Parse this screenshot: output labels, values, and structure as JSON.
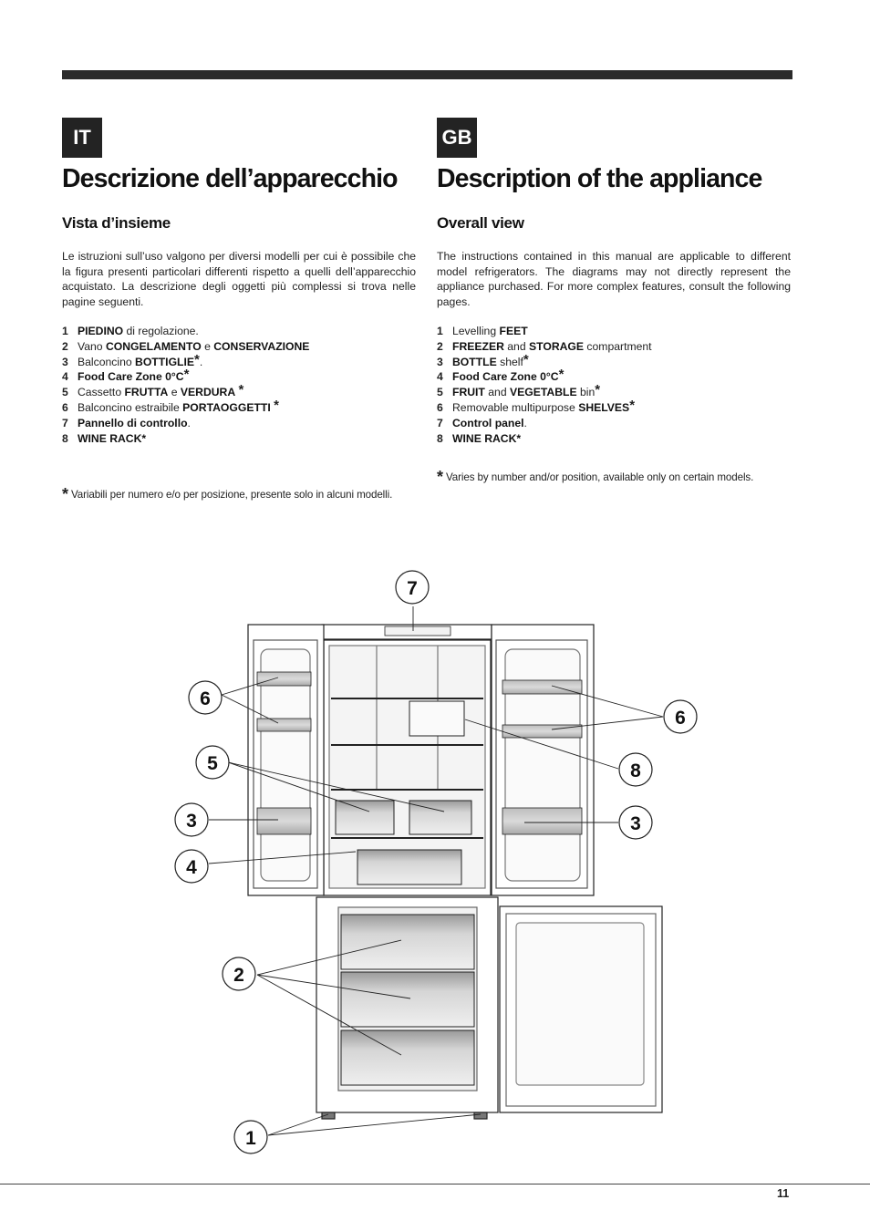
{
  "page": {
    "number": "11"
  },
  "it": {
    "lang": "IT",
    "title": "Descrizione dell’apparecchio",
    "subtitle": "Vista d’insieme",
    "intro": "Le istruzioni sull’uso valgono per diversi modelli per cui è possibile che la figura presenti particolari differenti rispetto a quelli dell’apparecchio acquistato. La descrizione degli oggetti più complessi si trova nelle pagine seguenti.",
    "items": [
      {
        "num": "1",
        "pre": "",
        "bold1": "PIEDINO",
        "mid": " di regolazione.",
        "bold2": "",
        "post": "",
        "star": ""
      },
      {
        "num": "2",
        "pre": "Vano ",
        "bold1": "CONGELAMENTO",
        "mid": " e ",
        "bold2": "CONSERVAZIONE",
        "post": "",
        "star": ""
      },
      {
        "num": "3",
        "pre": "Balconcino ",
        "bold1": "BOTTIGLIE",
        "mid": "",
        "bold2": "",
        "post": ".",
        "star": "*"
      },
      {
        "num": "4",
        "pre": "",
        "bold1": "Food Care Zone 0°C",
        "mid": "",
        "bold2": "",
        "post": "",
        "star": "*"
      },
      {
        "num": "5",
        "pre": "Cassetto ",
        "bold1": "FRUTTA",
        "mid": " e ",
        "bold2": "VERDURA",
        "post": " ",
        "star": "*"
      },
      {
        "num": "6",
        "pre": "Balconcino estraibile ",
        "bold1": "PORTAOGGETTI",
        "mid": "",
        "bold2": "",
        "post": " ",
        "star": "*"
      },
      {
        "num": "7",
        "pre": "",
        "bold1": "Pannello di controllo",
        "mid": "",
        "bold2": "",
        "post": ".",
        "star": ""
      },
      {
        "num": "8",
        "pre": "",
        "bold1": "WINE RACK*",
        "mid": "",
        "bold2": "",
        "post": "",
        "star": ""
      }
    ],
    "note_star": "*",
    "note": "Variabili per numero e/o per posizione, presente solo in alcuni modelli."
  },
  "gb": {
    "lang": "GB",
    "title": "Description of the appliance",
    "subtitle": "Overall view",
    "intro": "The instructions contained in this manual are applicable to different model refrigerators. The diagrams may not directly represent the appliance purchased. For more complex features, consult the following pages.",
    "items": [
      {
        "num": "1",
        "pre": "Levelling ",
        "bold1": "FEET",
        "mid": "",
        "bold2": "",
        "post": "",
        "star": ""
      },
      {
        "num": "2",
        "pre": "",
        "bold1": "FREEZER",
        "mid": " and ",
        "bold2": "STORAGE",
        "post": " compartment",
        "star": ""
      },
      {
        "num": "3",
        "pre": "",
        "bold1": "BOTTLE",
        "mid": " shelf",
        "bold2": "",
        "post": "",
        "star": "*"
      },
      {
        "num": "4",
        "pre": "",
        "bold1": "Food Care Zone 0°C",
        "mid": "",
        "bold2": "",
        "post": "",
        "star": "*"
      },
      {
        "num": "5",
        "pre": "",
        "bold1": "FRUIT",
        "mid": " and ",
        "bold2": "VEGETABLE",
        "post": " bin",
        "star": "*"
      },
      {
        "num": "6",
        "pre": "Removable multipurpose ",
        "bold1": "SHELVES",
        "mid": "",
        "bold2": "",
        "post": "",
        "star": "*"
      },
      {
        "num": "7",
        "pre": "",
        "bold1": "Control panel",
        "mid": "",
        "bold2": "",
        "post": ".",
        "star": ""
      },
      {
        "num": "8",
        "pre": "",
        "bold1": "WINE RACK*",
        "mid": "",
        "bold2": "",
        "post": "",
        "star": ""
      }
    ],
    "note_star": "*",
    "note": "Varies by number and/or position, available only on certain models."
  },
  "diagram": {
    "callouts": [
      "7",
      "6",
      "5",
      "3",
      "4",
      "2",
      "1",
      "6",
      "8",
      "3"
    ]
  }
}
